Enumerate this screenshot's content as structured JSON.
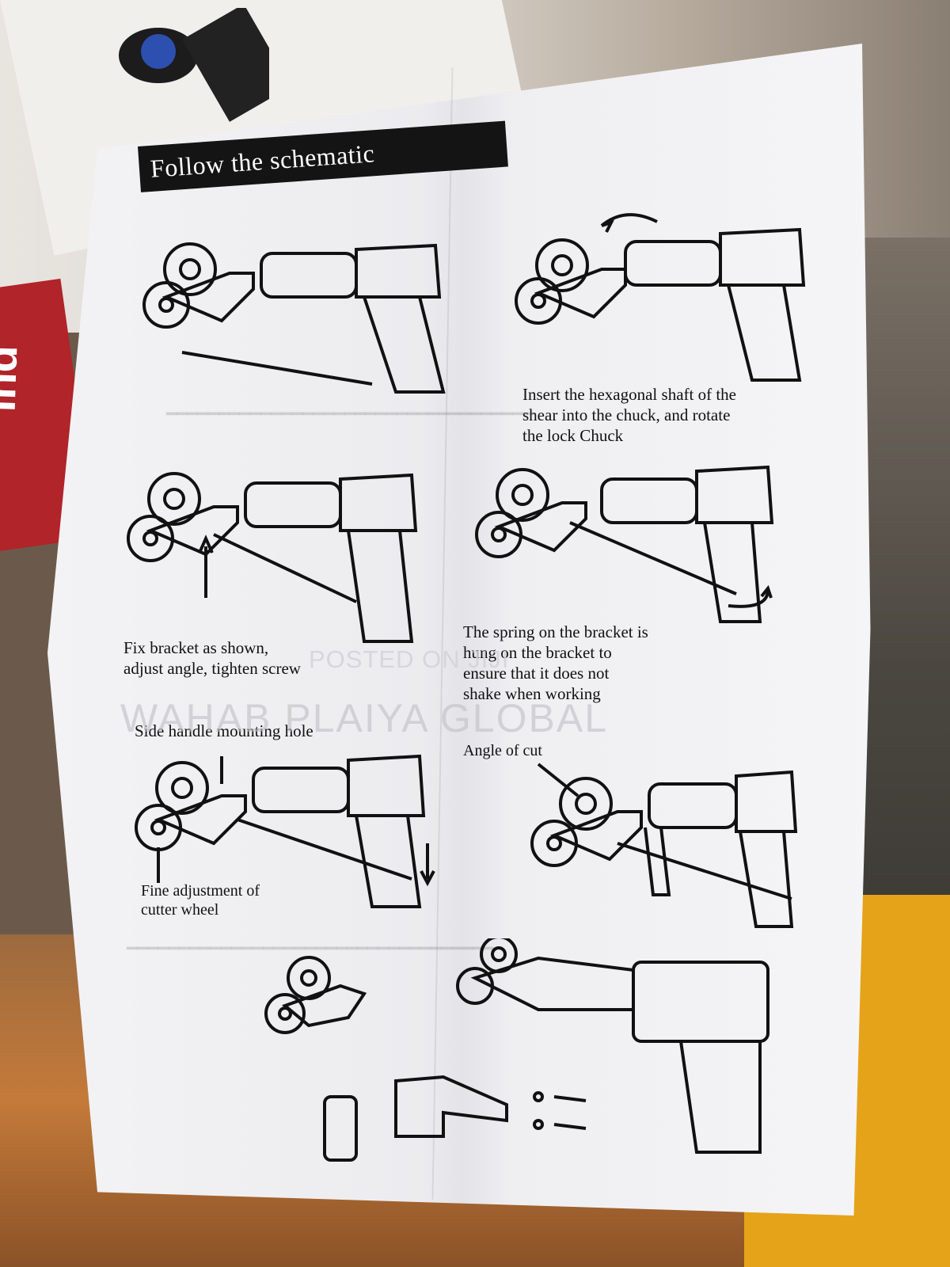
{
  "instructions": {
    "title": "Follow the schematic",
    "steps": [
      {
        "caption": "Insert the hexagonal shaft of the\nshear into the chuck, and rotate\nthe lock Chuck"
      },
      {
        "caption": "Fix bracket as shown,\nadjust angle, tighten screw"
      },
      {
        "caption": "The spring on the bracket is\nhung on the bracket to\nensure that it does not\nshake when working"
      }
    ],
    "labels": {
      "side_handle": "Side handle mounting hole",
      "fine_adjust": "Fine adjustment of\ncutter wheel",
      "angle_of_cut": "Angle of cut"
    }
  },
  "watermarks": {
    "posted": "POSTED ON JIJI",
    "seller": "WAHAB PLAIYA GLOBAL"
  }
}
